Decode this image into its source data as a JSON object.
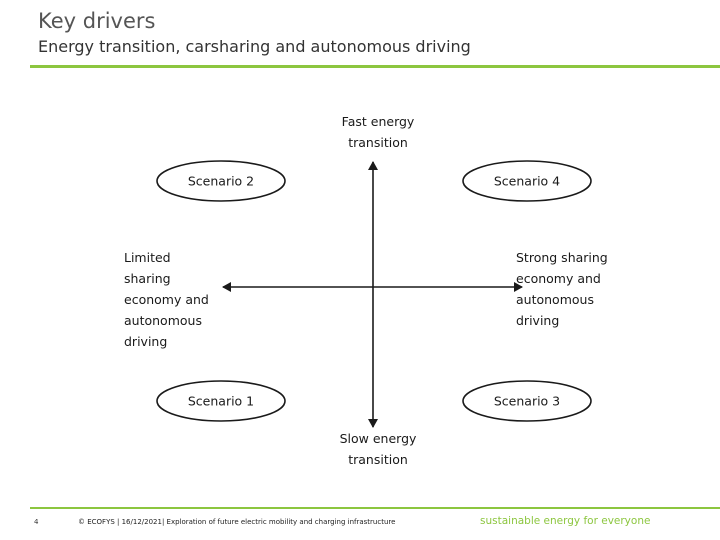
{
  "header": {
    "title": "Key drivers",
    "subtitle": "Energy transition, carsharing and autonomous driving"
  },
  "axes": {
    "top_line1": "Fast energy",
    "top_line2": "transition",
    "bottom_line1": "Slow energy",
    "bottom_line2": "transition",
    "left_lines": [
      "Limited",
      "sharing",
      "economy and",
      "autonomous",
      "driving"
    ],
    "right_lines": [
      "Strong sharing",
      "economy and",
      "autonomous",
      "driving"
    ]
  },
  "scenarios": {
    "top_left": "Scenario 2",
    "top_right": "Scenario 4",
    "bottom_left": "Scenario 1",
    "bottom_right": "Scenario 3"
  },
  "footer": {
    "page_number": "4",
    "text": "© ECOFYS | 16/12/2021| Exploration of future electric mobility and charging infrastructure",
    "tagline": "sustainable energy for everyone"
  },
  "colors": {
    "accent": "#8cc63f"
  }
}
